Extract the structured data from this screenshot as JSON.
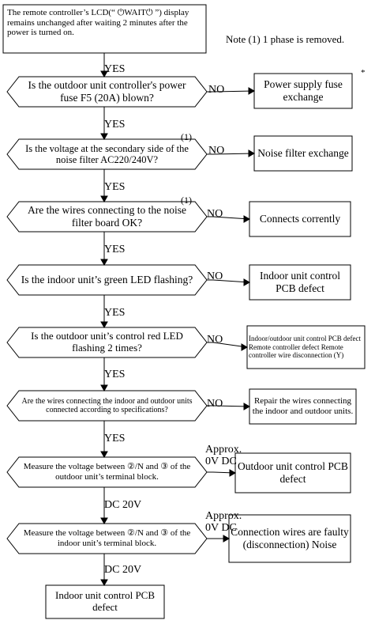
{
  "start_box": "The remote controller’s LCD(“ ⏻WAIT⏻ ”) display remains unchanged after waiting 2 minutes after the power is turned on.",
  "note": "Note (1) 1 phase is removed.",
  "asterisk": "*",
  "decisions": [
    {
      "text": "Is the outdoor unit controller's power fuse F5 (20A) blown?",
      "branch": "NO",
      "result": "Power supply fuse exchange",
      "continue": "YES",
      "mark": ""
    },
    {
      "text": "Is the voltage at the secondary side of the noise filter AC220/240V?",
      "branch": "NO",
      "result": "Noise filter exchange",
      "continue": "YES",
      "mark": "(1)"
    },
    {
      "text": "Are the wires connecting to the noise filter board OK?",
      "branch": "NO",
      "result": "Connects corrently",
      "continue": "YES",
      "mark": "(1)"
    },
    {
      "text": "Is the indoor unit’s green LED flashing?",
      "branch": "NO",
      "result": "Indoor unit control PCB defect",
      "continue": "YES",
      "mark": ""
    },
    {
      "text": "Is the outdoor unit’s control red LED flashing 2 times?",
      "branch": "NO",
      "result": "Indoor/outdoor unit control PCB defect Remote controller defect Remote controller wire disconnection (Y)",
      "continue": "YES",
      "mark": ""
    },
    {
      "text": "Are the wires connecting the indoor and outdoor units connected according to specifications?",
      "branch": "NO",
      "result": "Repair the wires connecting the indoor and outdoor units.",
      "continue": "YES",
      "mark": ""
    },
    {
      "text": "Measure the voltage between ②/N and ③ of the outdoor unit’s terminal block.",
      "branch": "Approx. 0V DC",
      "result": "Outdoor unit control PCB defect",
      "continue": "DC 20V",
      "mark": ""
    },
    {
      "text": "Measure the voltage between ②/N and ③ of the indoor unit’s terminal block.",
      "branch": "Approx. 0V DC",
      "result": "Connection wires are faulty (disconnection) Noise",
      "continue": "DC 20V",
      "mark": ""
    }
  ],
  "first_yes": "YES",
  "end_box": "Indoor unit control PCB defect"
}
